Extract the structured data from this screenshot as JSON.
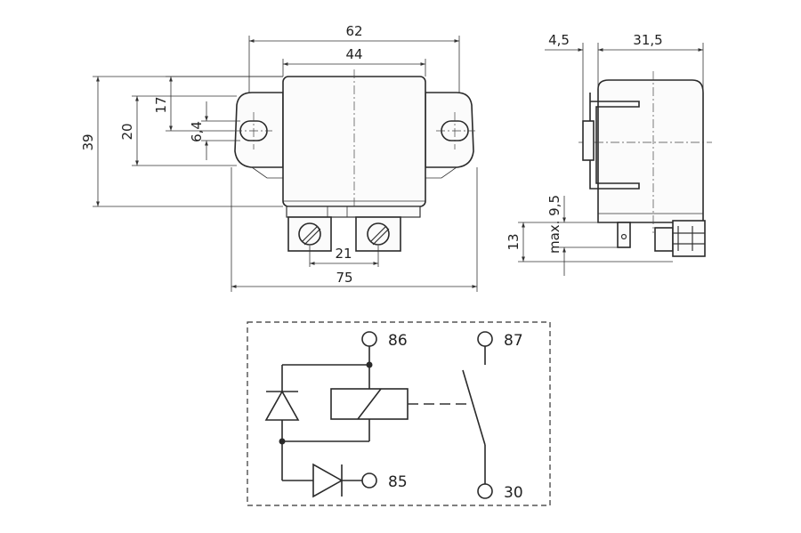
{
  "front_view": {
    "dim_top_outer": "62",
    "dim_top_inner": "44",
    "dim_height": "39",
    "dim_slot_span": "20",
    "dim_slot_offset": "17",
    "dim_hole": "6,4",
    "dim_terminal_pitch": "21",
    "dim_total_width": "75"
  },
  "side_view": {
    "dim_flange": "4,5",
    "dim_depth": "31,5",
    "dim_terminal_offset": "max. 9,5",
    "dim_terminal_height": "13"
  },
  "schematic": {
    "pin_86": "86",
    "pin_85": "85",
    "pin_87": "87",
    "pin_30": "30"
  }
}
